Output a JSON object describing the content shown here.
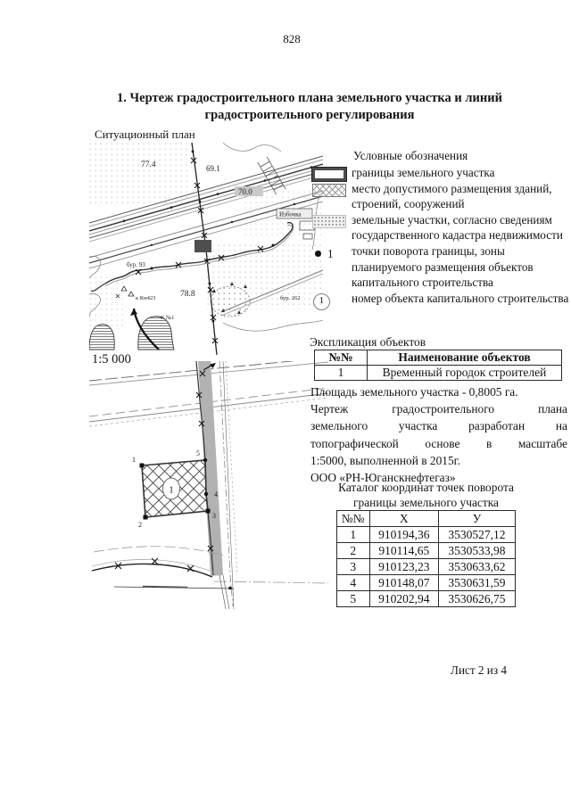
{
  "page": {
    "number": "828",
    "sheet_label": "Лист 2 из 4"
  },
  "title": {
    "line1": "1. Чертеж градостроительного плана земельного участка и линий",
    "line2": "градостроительного регулирования"
  },
  "plan": {
    "label": "Ситуационный план",
    "scale": "1:5 000",
    "annotations": {
      "e77": "77.4",
      "e69": "69.1",
      "e70": "70.0",
      "e78": "78.8",
      "bur93": "бур. 93",
      "kn423": "к Кн423",
      "kno1": "К №1",
      "bur262": "бур. 262",
      "izba": "Избочка"
    },
    "detail_points": {
      "p1": "1",
      "p2": "2",
      "p3": "3",
      "p4": "4",
      "p5": "5"
    },
    "object_no": "1"
  },
  "legend": {
    "title": "Условные обозначения",
    "items": [
      {
        "marker": "",
        "text": "границы земельного участка"
      },
      {
        "marker": "",
        "text": "место допустимого размещения зданий, строений, сооружений"
      },
      {
        "marker": "",
        "text": "земельные участки, согласно сведениям государственного кадастра недвижимости"
      },
      {
        "marker": "1",
        "text": "точки поворота границы, зоны планируемого размещения объектов капитального строительства"
      },
      {
        "marker": "1",
        "text": "номер объекта капитального строительства"
      }
    ]
  },
  "explication": {
    "title": "Экспликация объектов",
    "headers": [
      "№№",
      "Наименование объектов"
    ],
    "rows": [
      [
        "1",
        "Временный городок строителей"
      ]
    ]
  },
  "description": {
    "lines": [
      "Площадь земельного участка - 0,8005 га.",
      "Чертеж градостроительного плана",
      "земельного участка разработан на",
      "топографической основе в масштабе",
      "1:5000, выполненной в 2015г.",
      "ООО «РН-Юганскнефтегаз»"
    ]
  },
  "catalog": {
    "title_line1": "Каталог координат точек поворота",
    "title_line2": "границы земельного участка",
    "headers": [
      "№№",
      "X",
      "У"
    ],
    "rows": [
      [
        "1",
        "910194,36",
        "3530527,12"
      ],
      [
        "2",
        "910114,65",
        "3530533,98"
      ],
      [
        "3",
        "910123,23",
        "3530633,62"
      ],
      [
        "4",
        "910148,07",
        "3530631,59"
      ],
      [
        "5",
        "910202,94",
        "3530626,75"
      ]
    ]
  }
}
